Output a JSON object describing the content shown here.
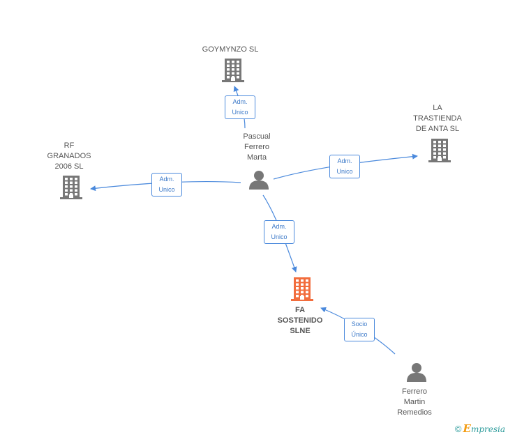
{
  "colors": {
    "company": "#777777",
    "focus_company": "#f26d3d",
    "person": "#777777",
    "edge": "#4a89dc"
  },
  "nodes": {
    "goymynzo": {
      "lines": [
        "GOYMYNZO SL"
      ],
      "icon": "building-icon"
    },
    "la_trastienda": {
      "lines": [
        "LA",
        "TRASTIENDA",
        "DE ANTA SL"
      ],
      "icon": "building-icon"
    },
    "rf_granados": {
      "lines": [
        "RF",
        "GRANADOS",
        "2006 SL"
      ],
      "icon": "building-icon"
    },
    "pascual": {
      "lines": [
        "Pascual",
        "Ferrero",
        "Marta"
      ],
      "icon": "person-icon"
    },
    "fa_sostenido": {
      "lines": [
        "FA",
        "SOSTENIDO",
        "SLNE"
      ],
      "icon": "building-icon"
    },
    "ferrero_martin": {
      "lines": [
        "Ferrero",
        "Martin",
        "Remedios"
      ],
      "icon": "person-icon"
    }
  },
  "edges": {
    "to_goymynzo": {
      "lines": [
        "Adm.",
        "Unico"
      ]
    },
    "to_la_trastienda": {
      "lines": [
        "Adm.",
        "Unico"
      ]
    },
    "to_rf_granados": {
      "lines": [
        "Adm.",
        "Unico"
      ]
    },
    "to_fa_sostenido": {
      "lines": [
        "Adm.",
        "Unico"
      ]
    },
    "socio_fa_sostenido": {
      "lines": [
        "Socio",
        "Único"
      ]
    }
  },
  "brand": {
    "copyright": "©",
    "initial": "E",
    "rest": "mpresia"
  }
}
